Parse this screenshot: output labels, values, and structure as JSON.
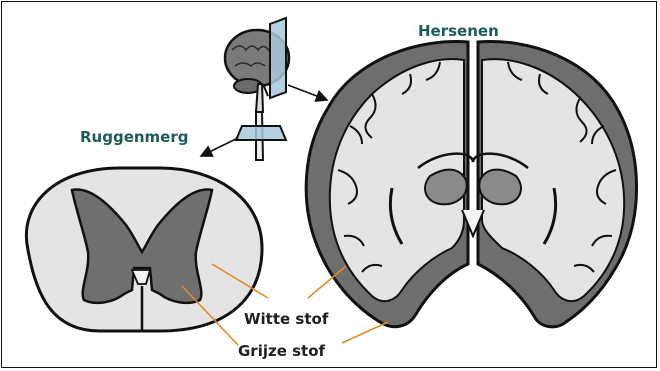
{
  "labels": {
    "brain": "Hersenen",
    "spinal_cord": "Ruggenmerg",
    "white_matter": "Witte stof",
    "grey_matter": "Grijze stof"
  },
  "colors": {
    "title_text": "#1f5a5a",
    "label_text": "#202020",
    "leader_line": "#e08a2a",
    "grey_matter": "#6f6f6f",
    "white_matter": "#e2e2e2",
    "outline": "#111111"
  }
}
